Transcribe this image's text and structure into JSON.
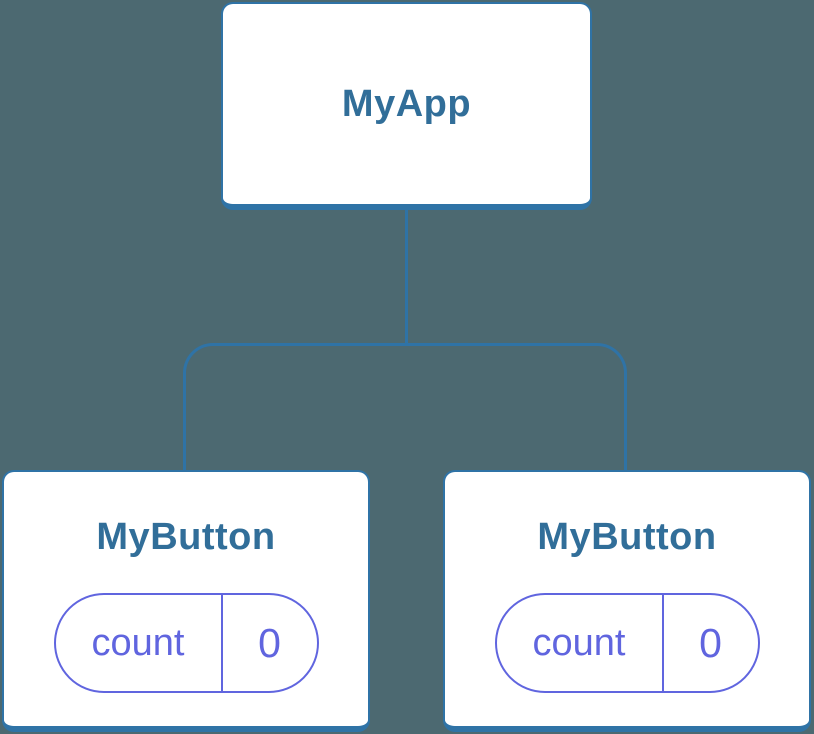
{
  "diagram": {
    "root": {
      "label": "MyApp"
    },
    "children": [
      {
        "label": "MyButton",
        "state": {
          "key": "count",
          "value": "0"
        }
      },
      {
        "label": "MyButton",
        "state": {
          "key": "count",
          "value": "0"
        }
      }
    ]
  },
  "colors": {
    "background": "#4C6971",
    "node_bg": "#FFFFFF",
    "node_border": "#2F73A6",
    "node_text": "#316E99",
    "state_accent": "#6065DF"
  }
}
